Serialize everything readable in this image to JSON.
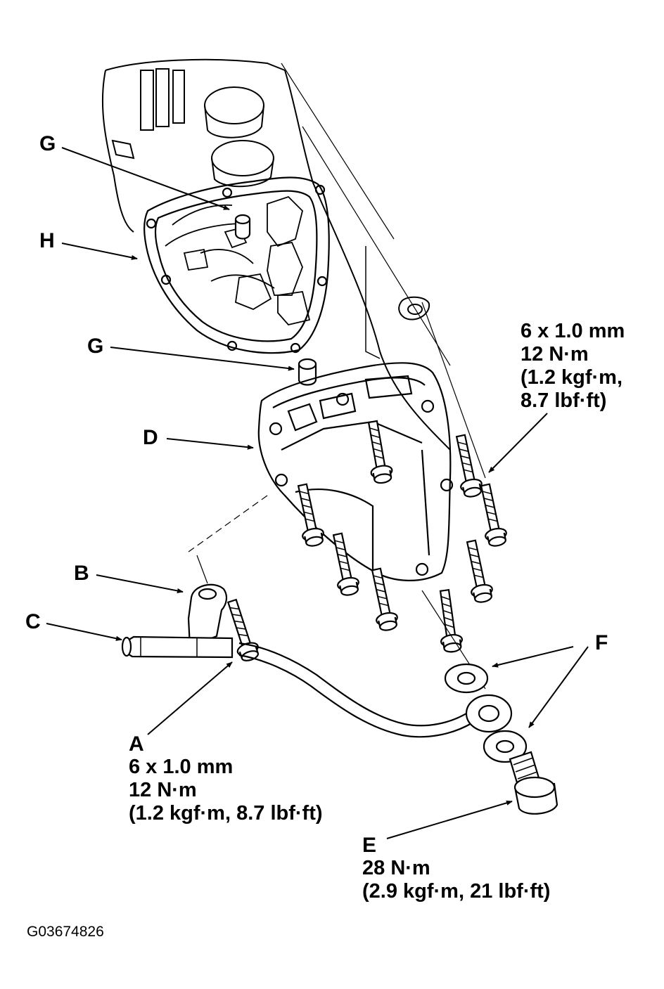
{
  "callouts": {
    "g_top": "G",
    "h": "H",
    "g_mid": "G",
    "d": "D",
    "b": "B",
    "c": "C",
    "f": "F",
    "a": "A",
    "e": "E"
  },
  "specs": {
    "upper_bolt": [
      "6 x 1.0 mm",
      "12 N·m",
      "(1.2 kgf·m,",
      "8.7 lbf·ft)"
    ],
    "bolt_a": [
      "6 x 1.0 mm",
      "12 N·m",
      "(1.2 kgf·m, 8.7 lbf·ft)"
    ],
    "bolt_e": [
      "28 N·m",
      "(2.9 kgf·m, 21 lbf·ft)"
    ]
  },
  "figure_id": "G03674826"
}
